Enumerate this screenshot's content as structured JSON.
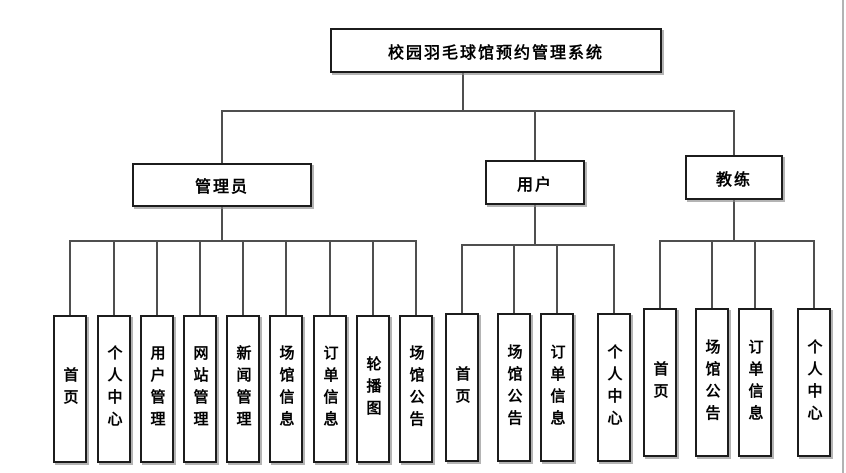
{
  "diagram": {
    "root": "校园羽毛球馆预约管理系统",
    "branches": [
      {
        "label": "管理员",
        "children": [
          "首页",
          "个人中心",
          "用户管理",
          "网站管理",
          "新闻管理",
          "场馆信息",
          "订单信息",
          "轮播图",
          "场馆公告"
        ]
      },
      {
        "label": "用户",
        "children": [
          "首页",
          "场馆公告",
          "订单信息",
          "个人中心"
        ]
      },
      {
        "label": "教练",
        "children": [
          "首页",
          "场馆公告",
          "订单信息",
          "个人中心"
        ]
      }
    ],
    "colors": {
      "line": "#4f4f4f",
      "box_border": "#1c1c1c",
      "background": "#ffffff"
    }
  }
}
